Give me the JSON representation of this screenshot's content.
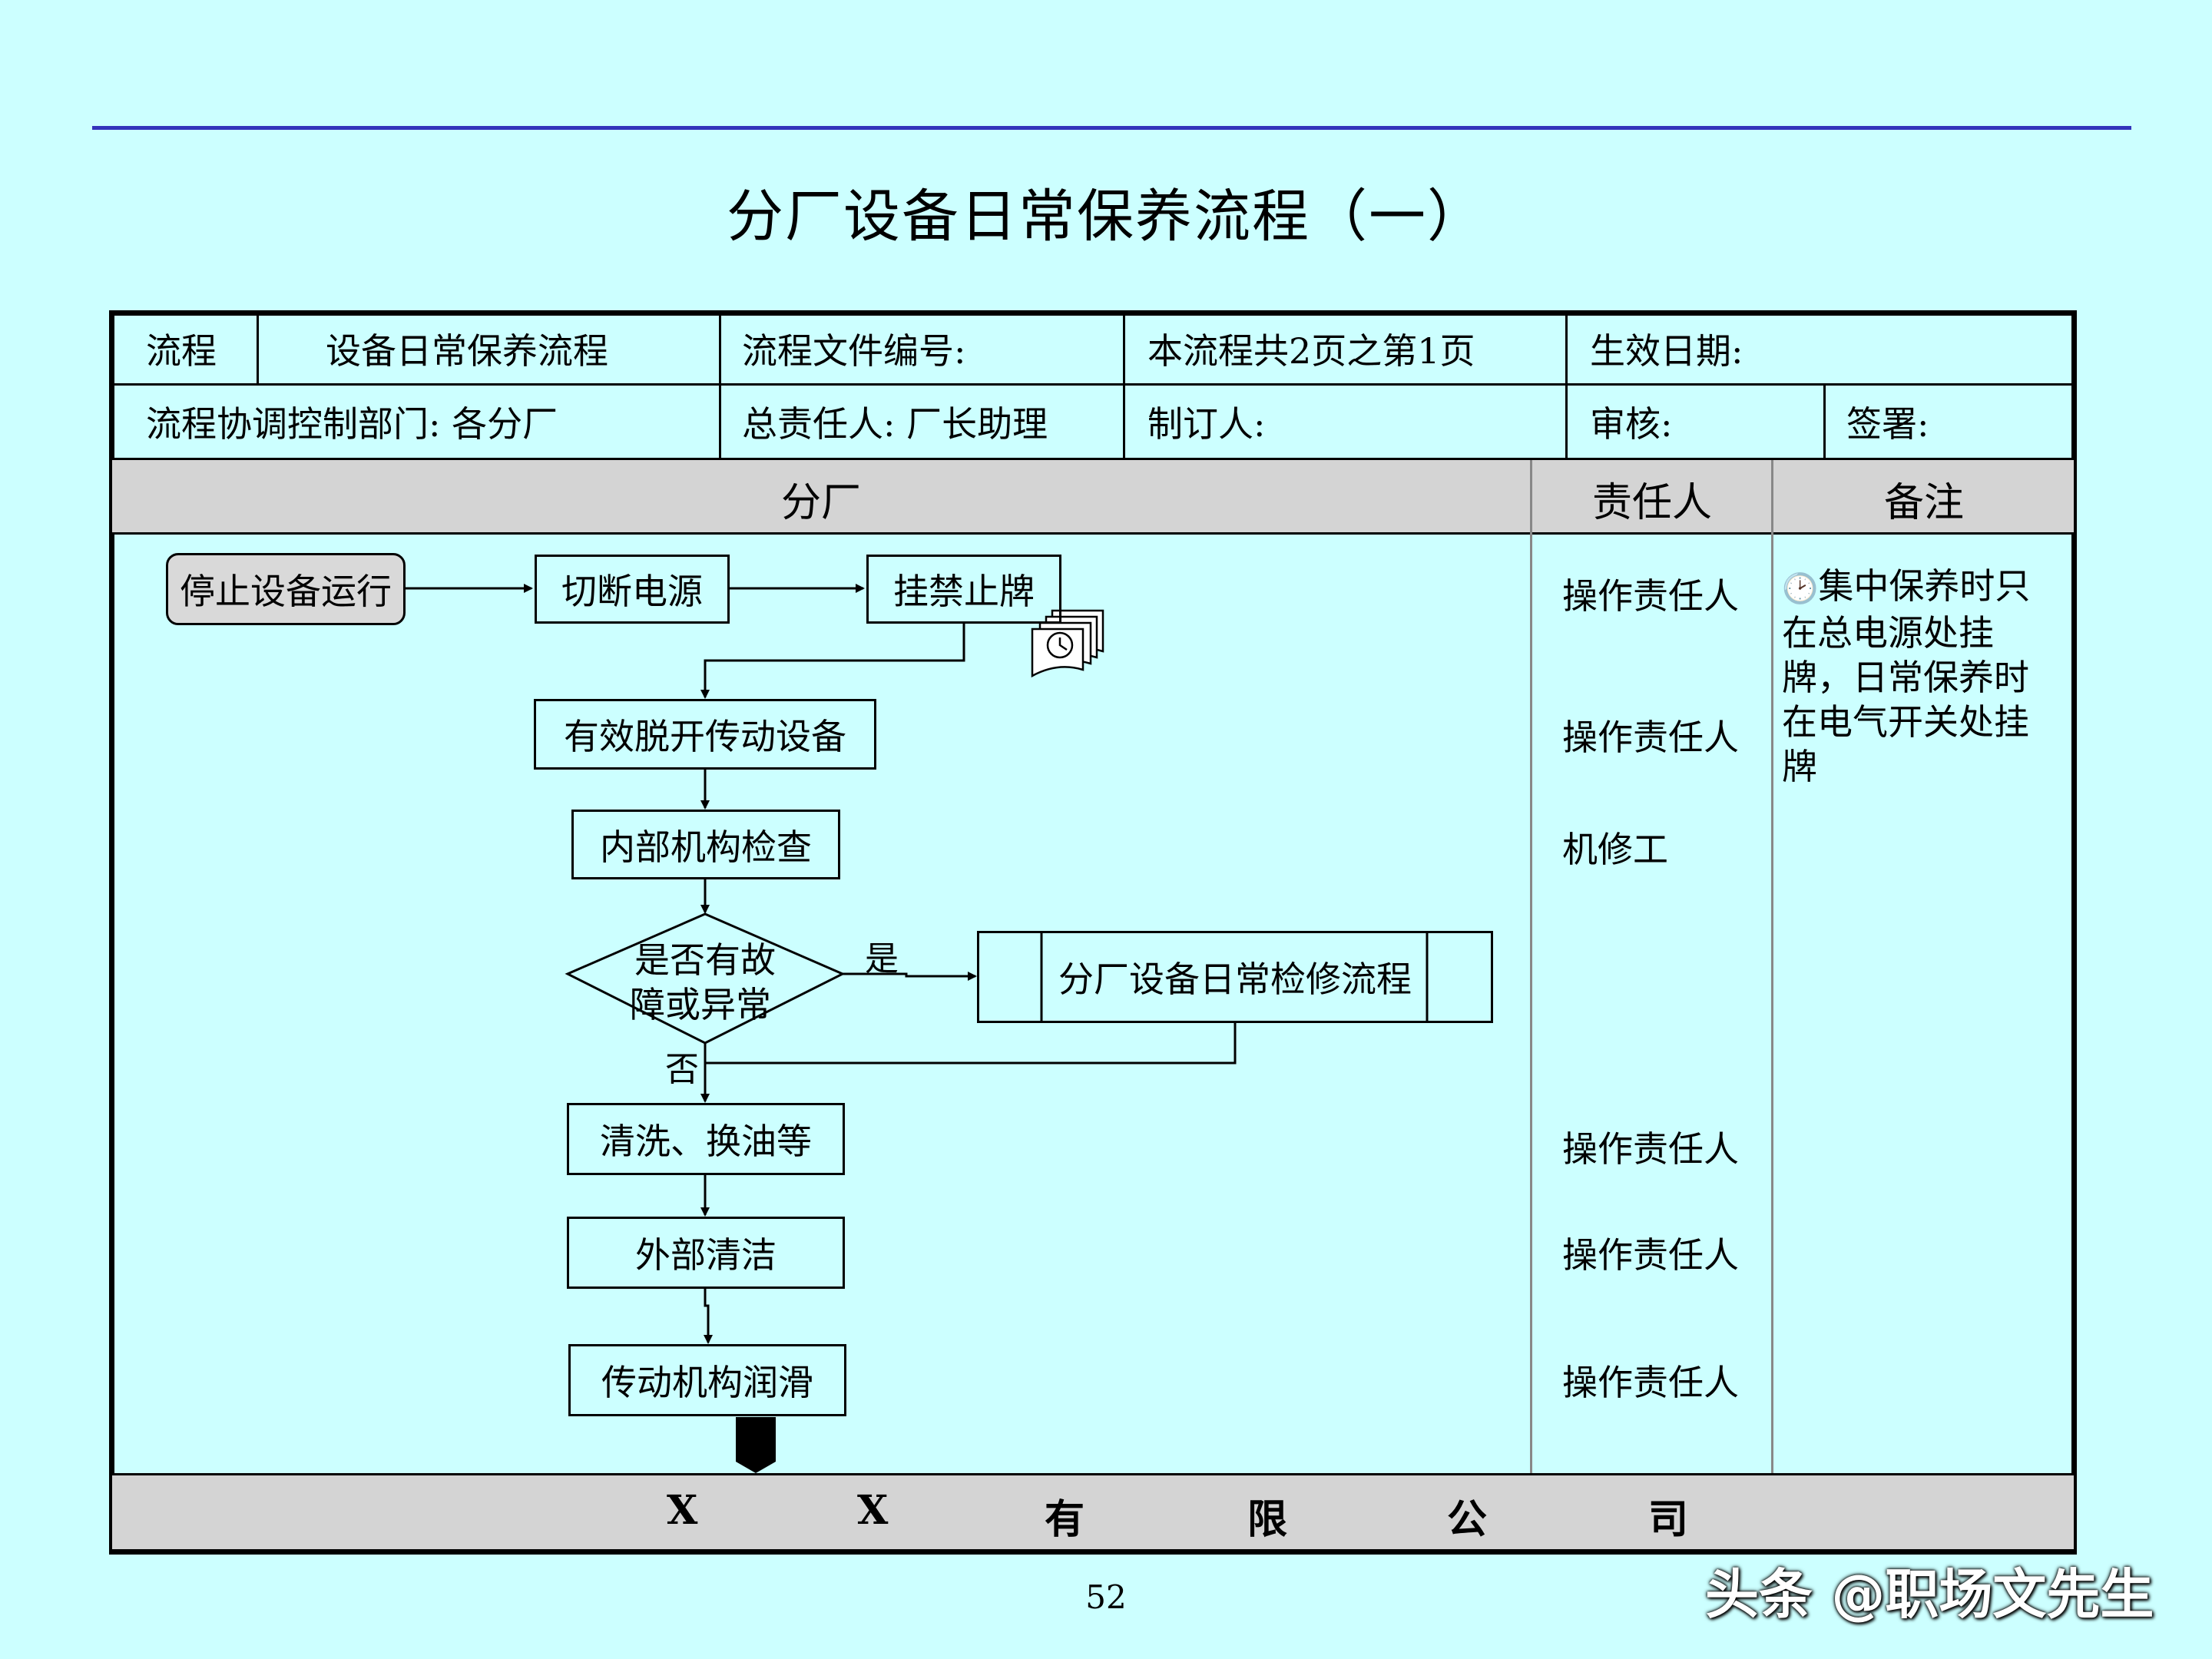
{
  "title": "分厂设备日常保养流程（一）",
  "header": {
    "process_label": "流程",
    "process_name": "设备日常保养流程",
    "file_number": "流程文件编号:",
    "page_info": "本流程共2页之第1页",
    "effective_date": "生效日期:",
    "control_dept": "流程协调控制部门:  各分厂",
    "owner": "总责任人: 厂长助理",
    "author": "制订人:",
    "review": "审核:",
    "sign": "签署:"
  },
  "columns": {
    "main": "分厂",
    "responsible": "责任人",
    "notes": "备注"
  },
  "steps": {
    "stop": "停止设备运行",
    "power_off": "切断电源",
    "tag": "挂禁止牌",
    "disconnect": "有效脱开传动设备",
    "inspect": "内部机构检查",
    "decision_line1": "是否有故",
    "decision_line2": "障或异常",
    "repair_process": "分厂设备日常检修流程",
    "clean_oil": "清洗、换油等",
    "external_clean": "外部清洁",
    "lubricate": "传动机构润滑"
  },
  "branch_labels": {
    "yes": "是",
    "no": "否"
  },
  "responsible": {
    "r1": "操作责任人",
    "r2": "操作责任人",
    "r3": "机修工",
    "r4": "操作责任人",
    "r5": "操作责任人",
    "r6": "操作责任人"
  },
  "note_text": "集中保养时只在总电源处挂牌，日常保养时在电气开关处挂牌",
  "footer": [
    "X",
    "X",
    "有",
    "限",
    "公",
    "司"
  ],
  "page_number": "52",
  "watermark": "头条 @职场文先生",
  "icons": {
    "note_icon": "clock-icon",
    "document_icon": "document-stack-icon"
  }
}
